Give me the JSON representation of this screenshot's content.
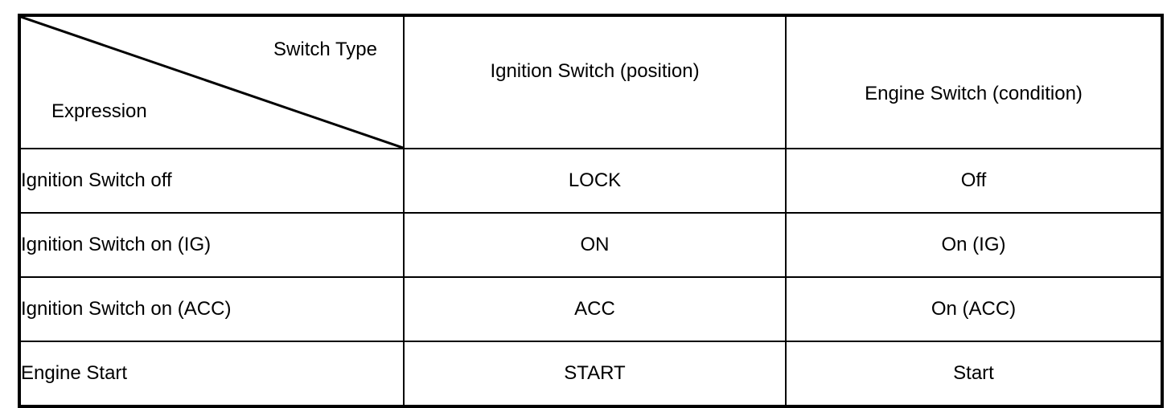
{
  "table": {
    "corner": {
      "column_axis_label": "Switch Type",
      "row_axis_label": "Expression",
      "diagonal_divider": "true"
    },
    "columns": [
      {
        "key": "expression",
        "header": ""
      },
      {
        "key": "ignition_switch_position",
        "header": "Ignition Switch (position)"
      },
      {
        "key": "engine_switch_condition",
        "header": "Engine Switch (condition)"
      }
    ],
    "rows": [
      {
        "expression": "Ignition Switch off",
        "ignition_switch_position": "LOCK",
        "engine_switch_condition": "Off"
      },
      {
        "expression": "Ignition Switch on (IG)",
        "ignition_switch_position": "ON",
        "engine_switch_condition": "On (IG)"
      },
      {
        "expression": "Ignition Switch on (ACC)",
        "ignition_switch_position": "ACC",
        "engine_switch_condition": "On (ACC)"
      },
      {
        "expression": "Engine Start",
        "ignition_switch_position": "START",
        "engine_switch_condition": "Start"
      }
    ]
  },
  "colors": {
    "background": "#ffffff",
    "rule": "#000000",
    "text": "#000000"
  }
}
